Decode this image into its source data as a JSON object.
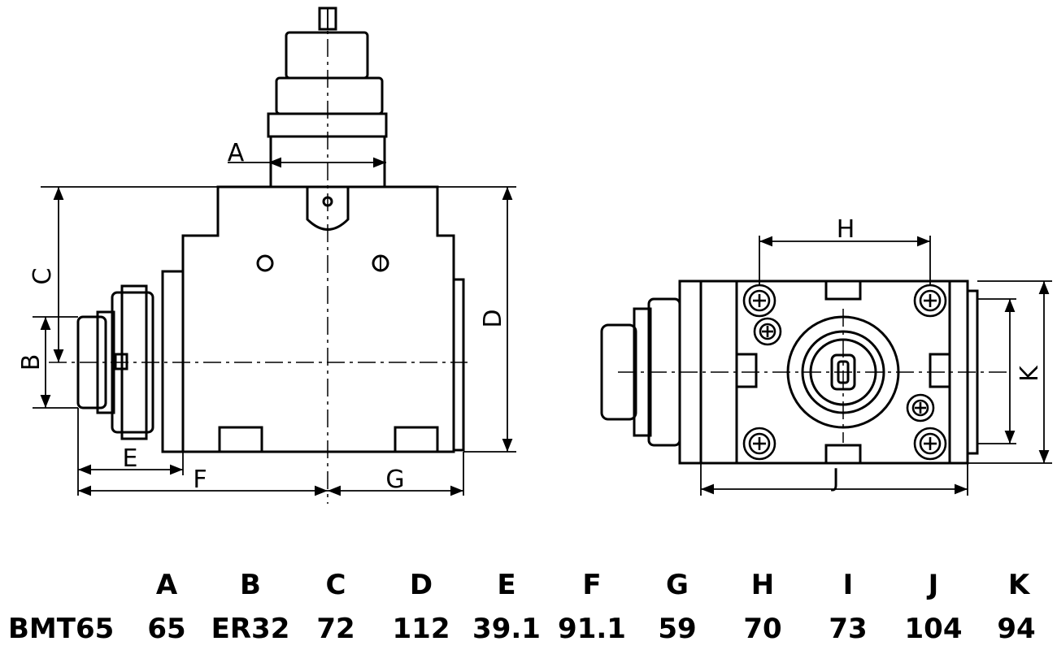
{
  "drawing": {
    "labels": {
      "A": "A",
      "B": "B",
      "C": "C",
      "D": "D",
      "E": "E",
      "F": "F",
      "G": "G",
      "H": "H",
      "J": "J",
      "K": "K"
    }
  },
  "table": {
    "headers": [
      "A",
      "B",
      "C",
      "D",
      "E",
      "F",
      "G",
      "H",
      "I",
      "J",
      "K"
    ],
    "model": "BMT65",
    "values": [
      "65",
      "ER32",
      "72",
      "112",
      "39.1",
      "91.1",
      "59",
      "70",
      "73",
      "104",
      "94"
    ]
  }
}
